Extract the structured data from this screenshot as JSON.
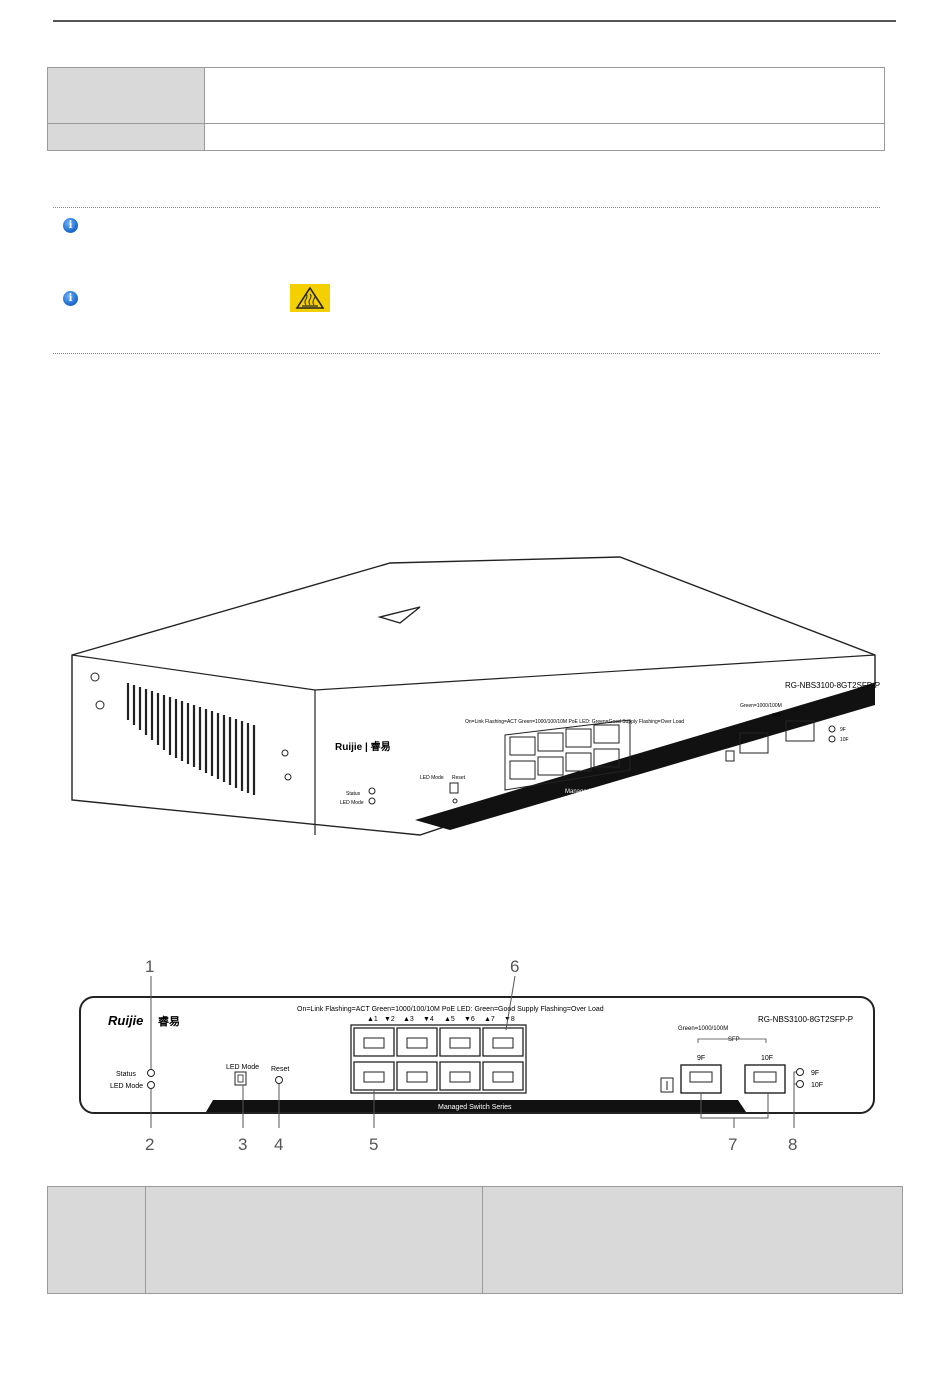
{
  "photo": {
    "brand": "Ruijie | 睿易",
    "model": "RG-NBS3100-8GT2SFP-P",
    "legend": "On=Link  Flashing=ACT  Green=1000/100/10M  PoE LED: Green=Good Supply  Flashing=Over Load",
    "sfp_legend": "Green=1000/100M",
    "sfp_group": "SFP",
    "series": "Managed Switch Series",
    "status_label": "Status",
    "led_mode_label": "LED Mode",
    "led_mode_button": "LED Mode",
    "reset_label": "Reset",
    "sfp_led_9": "9F",
    "sfp_led_10": "10F"
  },
  "diagram": {
    "brand_latin": "Ruijie",
    "brand_cn": "睿易",
    "legend": "On=Link  Flashing=ACT  Green=1000/100/10M  PoE LED: Green=Good Supply  Flashing=Over Load",
    "model": "RG-NBS3100-8GT2SFP-P",
    "sfp_legend": "Green=1000/100M",
    "sfp_group": "SFP",
    "port_9": "9F",
    "port_10": "10F",
    "led_9": "9F",
    "led_10": "10F",
    "status_label": "Status",
    "led_mode_label": "LED Mode",
    "led_mode_button": "LED Mode",
    "reset_label": "Reset",
    "series": "Managed Switch Series",
    "port_numbers": [
      "▲1",
      "▼2",
      "▲3",
      "▼4",
      "▲5",
      "▼6",
      "▲7",
      "▼8"
    ],
    "callouts": {
      "c1": "1",
      "c2": "2",
      "c3": "3",
      "c4": "4",
      "c5": "5",
      "c6": "6",
      "c7": "7",
      "c8": "8"
    }
  },
  "icons": {
    "info": "info-icon",
    "hot_surface": "hot-surface-warning-icon"
  },
  "colors": {
    "table_header": "#d9d9d9",
    "info_blue": "#1f6fd1",
    "warning_yellow": "#f5d000"
  }
}
